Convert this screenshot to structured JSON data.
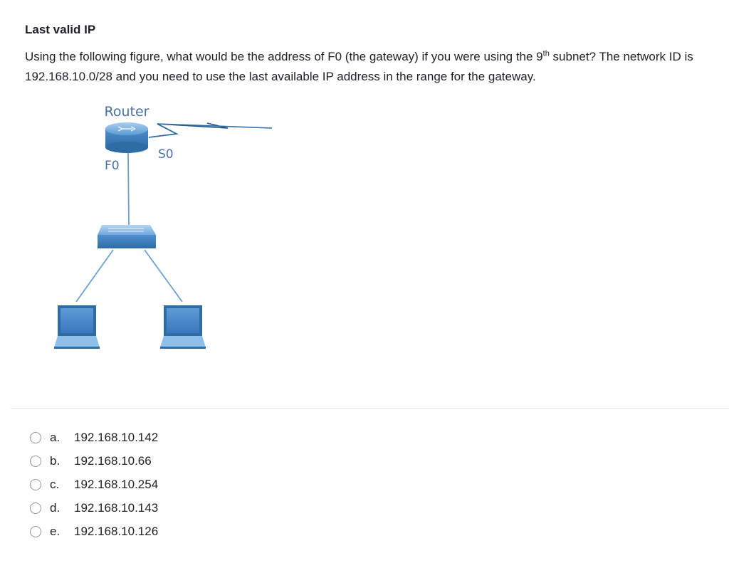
{
  "question": {
    "title": "Last valid IP",
    "text_part1": "Using the following figure, what would be the address of F0 (the gateway) if you were using the 9",
    "text_sup": "th",
    "text_part2": " subnet? The network ID is 192.168.10.0/28 and you need to use the last available IP address in the  range for the gateway."
  },
  "figure": {
    "router_label": "Router",
    "f0_label": "F0",
    "s0_label": "S0",
    "colors": {
      "device_blue": "#5b9bd5",
      "device_dark": "#2e6da4",
      "cable": "#6fa0d0",
      "label_text": "#4a6fa5"
    },
    "icons": [
      "router-icon",
      "serial-link-icon",
      "switch-icon",
      "laptop-icon",
      "laptop-icon"
    ]
  },
  "options": [
    {
      "letter": "a.",
      "value": "192.168.10.142"
    },
    {
      "letter": "b.",
      "value": "192.168.10.66"
    },
    {
      "letter": "c.",
      "value": "192.168.10.254"
    },
    {
      "letter": "d.",
      "value": "192.168.10.143"
    },
    {
      "letter": "e.",
      "value": "192.168.10.126"
    }
  ]
}
